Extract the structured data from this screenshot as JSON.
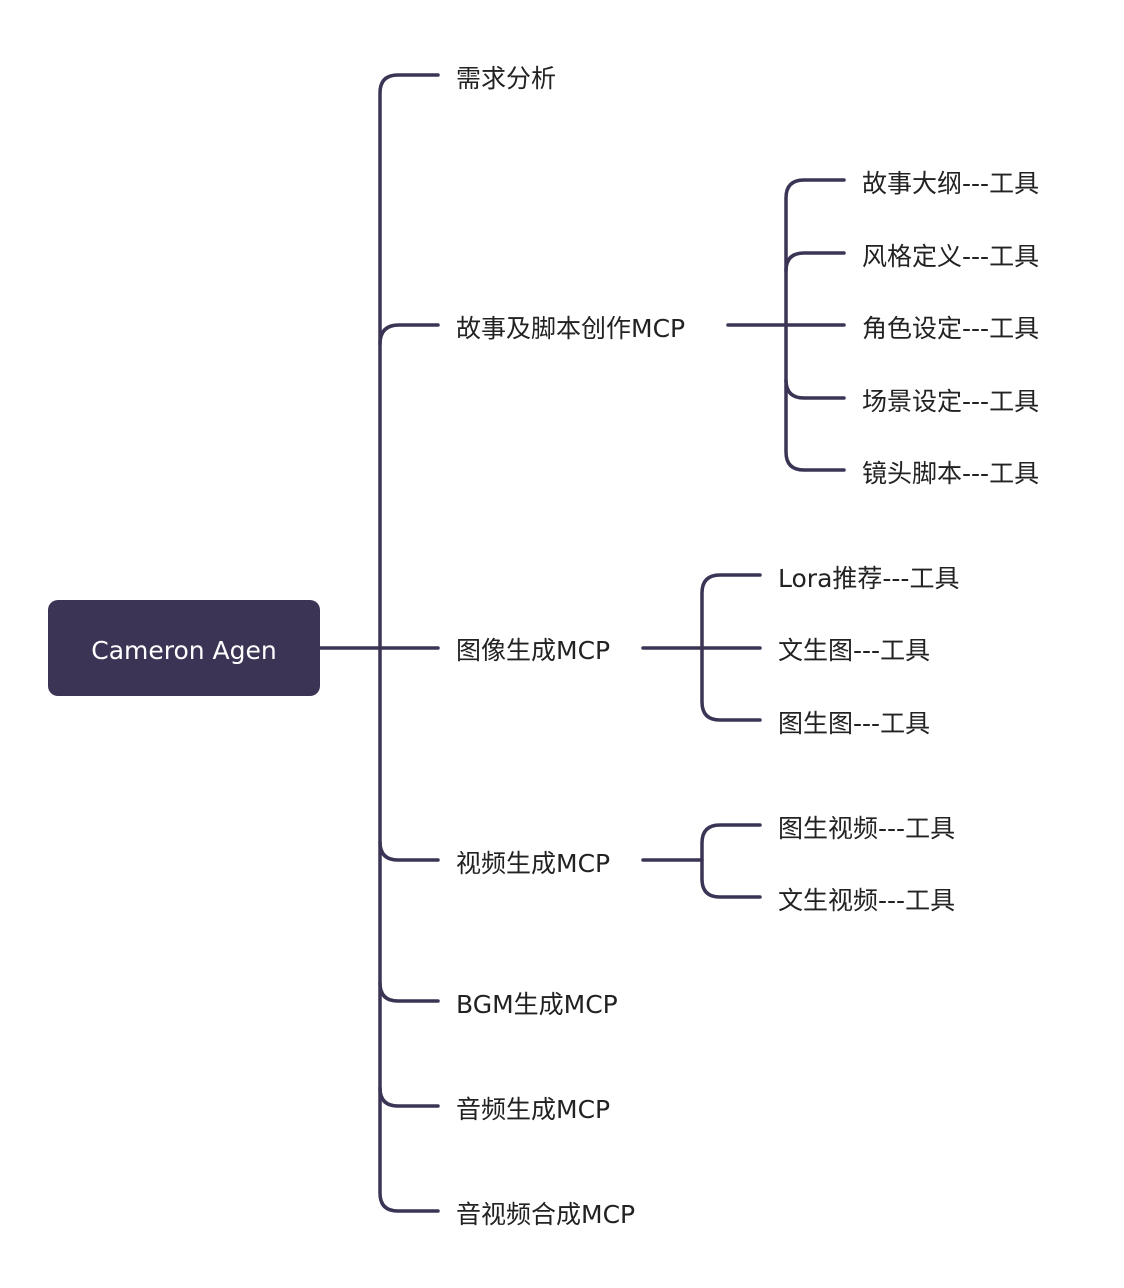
{
  "root": {
    "label": "Cameron Agen"
  },
  "branches": [
    {
      "label": "需求分析",
      "children": []
    },
    {
      "label": "故事及脚本创作MCP",
      "children": [
        {
          "label": "故事大纲---工具"
        },
        {
          "label": "风格定义---工具"
        },
        {
          "label": "角色设定---工具"
        },
        {
          "label": "场景设定---工具"
        },
        {
          "label": "镜头脚本---工具"
        }
      ]
    },
    {
      "label": "图像生成MCP",
      "children": [
        {
          "label": "Lora推荐---工具"
        },
        {
          "label": "文生图---工具"
        },
        {
          "label": "图生图---工具"
        }
      ]
    },
    {
      "label": "视频生成MCP",
      "children": [
        {
          "label": "图生视频---工具"
        },
        {
          "label": "文生视频---工具"
        }
      ]
    },
    {
      "label": "BGM生成MCP",
      "children": []
    },
    {
      "label": "音频生成MCP",
      "children": []
    },
    {
      "label": "音视频合成MCP",
      "children": []
    }
  ],
  "colors": {
    "line": "#3b3455",
    "root_fill": "#3b3455",
    "root_text": "#ffffff",
    "node_text": "#222222"
  }
}
